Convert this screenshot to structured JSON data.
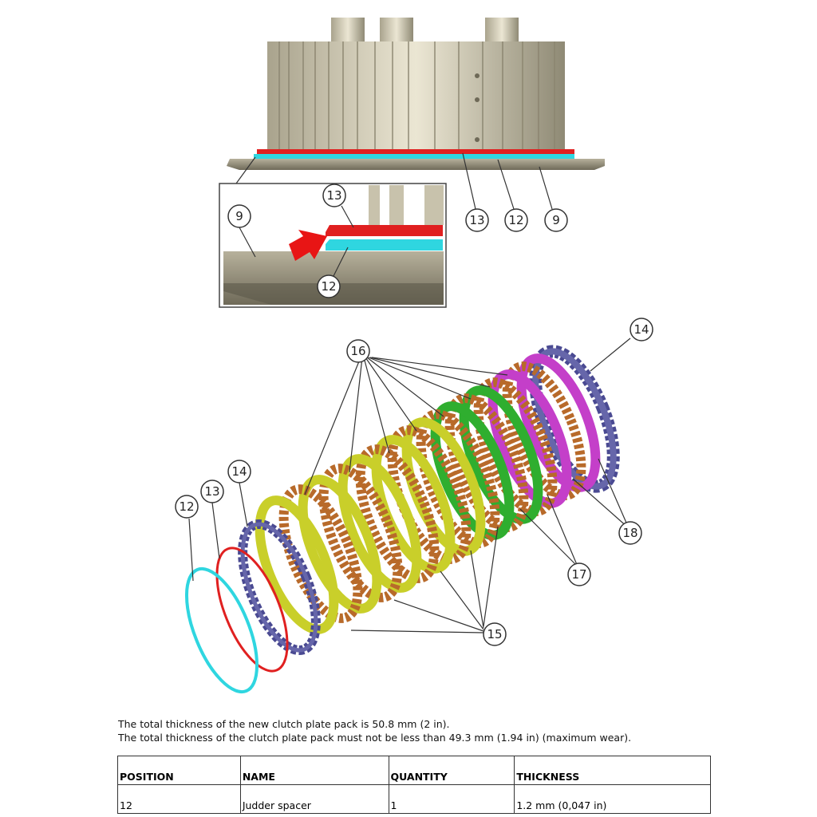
{
  "figure": {
    "colors": {
      "judder_spacer": "#2fd6e0",
      "judder_spring": "#e02020",
      "plate_14": "#4a4a92",
      "friction_15": "#c9cf2a",
      "steel_16": "#b86a2a",
      "friction_17": "#2fae2f",
      "friction_18": "#c43fc9",
      "housing": "#d8d2bc",
      "arrow": "#e81515"
    },
    "icons": [
      "arrow-indicator-icon"
    ],
    "callouts_top": {
      "c13": "13",
      "c12": "12",
      "c9": "9",
      "inset_9": "9",
      "inset_13": "13",
      "inset_12": "12"
    },
    "callouts_pack": {
      "c12": "12",
      "c13": "13",
      "c14a": "14",
      "c14b": "14",
      "c15": "15",
      "c16": "16",
      "c17": "17",
      "c18": "18"
    }
  },
  "notes": {
    "line1": "The total thickness of the new clutch plate pack is 50.8 mm (2 in).",
    "line2": "The total thickness of the clutch plate pack must not be less than 49.3 mm (1.94 in) (maximum wear)."
  },
  "table": {
    "headers": [
      "POSITION",
      "NAME",
      "QUANTITY",
      "THICKNESS"
    ],
    "rows": [
      [
        "12",
        "Judder spacer",
        "1",
        "1.2 mm (0,047 in)"
      ]
    ]
  }
}
